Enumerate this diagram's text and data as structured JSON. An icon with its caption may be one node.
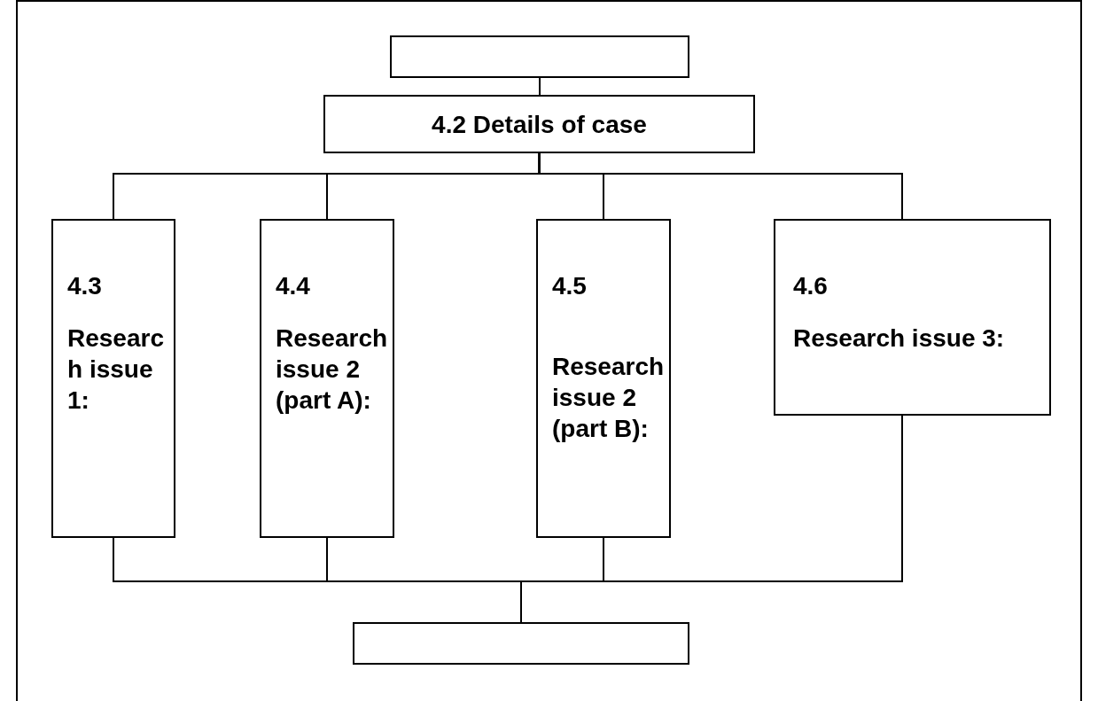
{
  "diagram": {
    "nodes": [
      {
        "text": [],
        "shape": "box"
      },
      {
        "text": [
          "4.2 Details of case"
        ]
      },
      {
        "text": [
          "4.3",
          "Research issue 1:"
        ]
      },
      {
        "text": [
          "4.4",
          "Research issue 2 (part A):"
        ]
      },
      {
        "text": [
          "4.5",
          "Research issue 2 (part B):"
        ]
      },
      {
        "text": [
          "4.6",
          "Research issue 3:"
        ]
      },
      {
        "text": [],
        "shape": "box"
      }
    ],
    "edges": [
      {
        "from": 0,
        "to": 1,
        "arrow": "none"
      },
      {
        "from": 1,
        "to": 2,
        "arrow": "none"
      },
      {
        "from": 1,
        "to": 3,
        "arrow": "none"
      },
      {
        "from": 1,
        "to": 4,
        "arrow": "none"
      },
      {
        "from": 1,
        "to": 5,
        "arrow": "none"
      },
      {
        "from": 2,
        "to": 6,
        "arrow": "none"
      },
      {
        "from": 3,
        "to": 6,
        "arrow": "none"
      },
      {
        "from": 4,
        "to": 6,
        "arrow": "none"
      },
      {
        "from": 5,
        "to": 6,
        "arrow": "none"
      }
    ]
  }
}
